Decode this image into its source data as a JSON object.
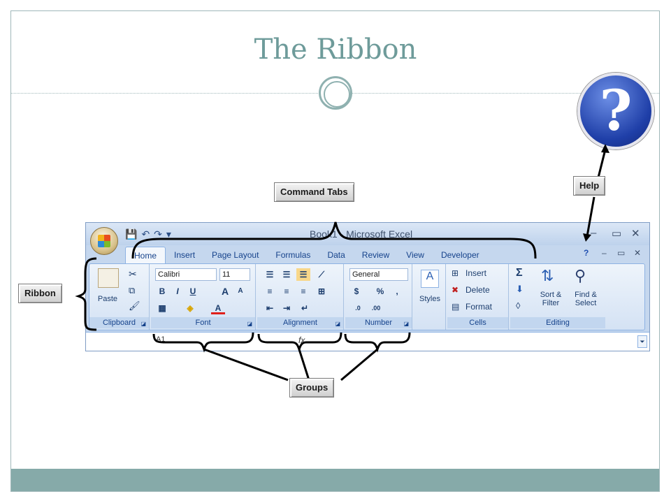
{
  "slide": {
    "title": "The Ribbon",
    "colors": {
      "accent": "#86aaa9",
      "title": "#6e9b9a",
      "excel_blue": "#c5d7ee"
    }
  },
  "callouts": {
    "command_tabs": "Command Tabs",
    "help": "Help",
    "ribbon": "Ribbon",
    "groups": "Groups"
  },
  "help_icon": {
    "glyph": "?",
    "icon": "help-question-icon"
  },
  "excel": {
    "window_title": "Book1 - Microsoft Excel",
    "quick_access": [
      "💾",
      "↶",
      "↷",
      "▾"
    ],
    "window_controls": [
      "–",
      "▭",
      "✕"
    ],
    "ribbon_controls": [
      "?",
      "–",
      "▭",
      "✕"
    ],
    "tabs": [
      "Home",
      "Insert",
      "Page Layout",
      "Formulas",
      "Data",
      "Review",
      "View",
      "Developer"
    ],
    "groups": {
      "clipboard": {
        "label": "Clipboard",
        "paste": "Paste"
      },
      "font": {
        "label": "Font",
        "name": "Calibri",
        "size": "11",
        "bold": "B",
        "italic": "I",
        "underline": "U",
        "grow": "A",
        "shrink": "A",
        "font_color": "A"
      },
      "alignment": {
        "label": "Alignment"
      },
      "number": {
        "label": "Number",
        "format": "General",
        "currency": "$",
        "percent": "%",
        "comma": ","
      },
      "styles": {
        "label": "Styles"
      },
      "cells": {
        "label": "Cells",
        "insert": "Insert",
        "delete": "Delete",
        "format": "Format"
      },
      "editing": {
        "label": "Editing",
        "sum": "Σ",
        "sort_filter": "Sort & Filter",
        "find_select": "Find & Select"
      }
    },
    "formula_bar": {
      "name_box": "A1",
      "fx": "fx"
    }
  }
}
